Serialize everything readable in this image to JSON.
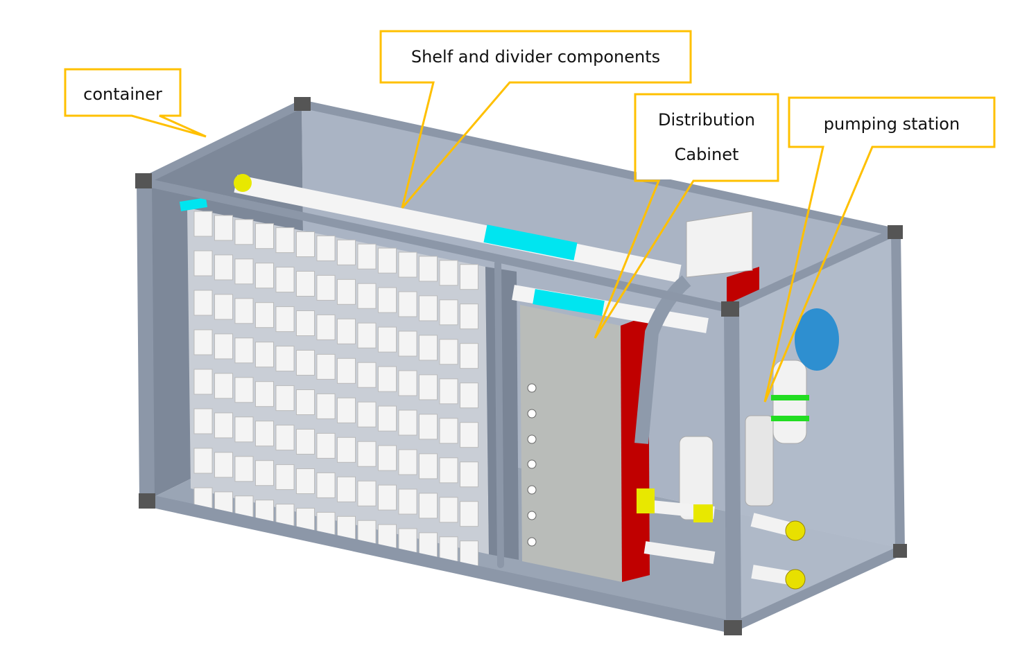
{
  "diagram": {
    "callouts": [
      {
        "id": "container",
        "text": "container"
      },
      {
        "id": "shelf",
        "text": "Shelf and divider components"
      },
      {
        "id": "distribution",
        "line1": "Distribution",
        "line2": "Cabinet"
      },
      {
        "id": "pumping",
        "text": "pumping station"
      }
    ],
    "colors": {
      "callout_border": "#FFC000",
      "container_frame": "#8C97A8",
      "pipe_accent": "#00E5F0",
      "cabinet_red": "#C00000",
      "tank_blue": "#2E8FD0"
    }
  }
}
